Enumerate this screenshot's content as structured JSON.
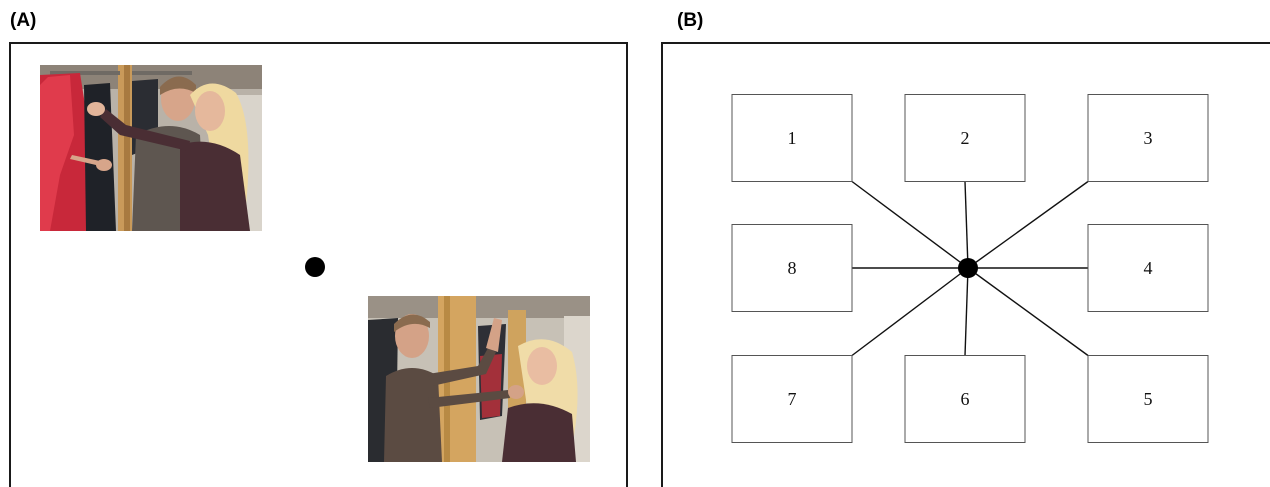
{
  "panels": {
    "a": {
      "label": "(A)"
    },
    "b": {
      "label": "(B)"
    }
  },
  "diagram": {
    "boxes": [
      {
        "id": "1",
        "label": "1"
      },
      {
        "id": "2",
        "label": "2"
      },
      {
        "id": "3",
        "label": "3"
      },
      {
        "id": "4",
        "label": "4"
      },
      {
        "id": "5",
        "label": "5"
      },
      {
        "id": "6",
        "label": "6"
      },
      {
        "id": "7",
        "label": "7"
      },
      {
        "id": "8",
        "label": "8"
      }
    ]
  },
  "colors": {
    "frame": "#1a1a1a",
    "dot": "#000000",
    "box_stroke": "#555555"
  }
}
